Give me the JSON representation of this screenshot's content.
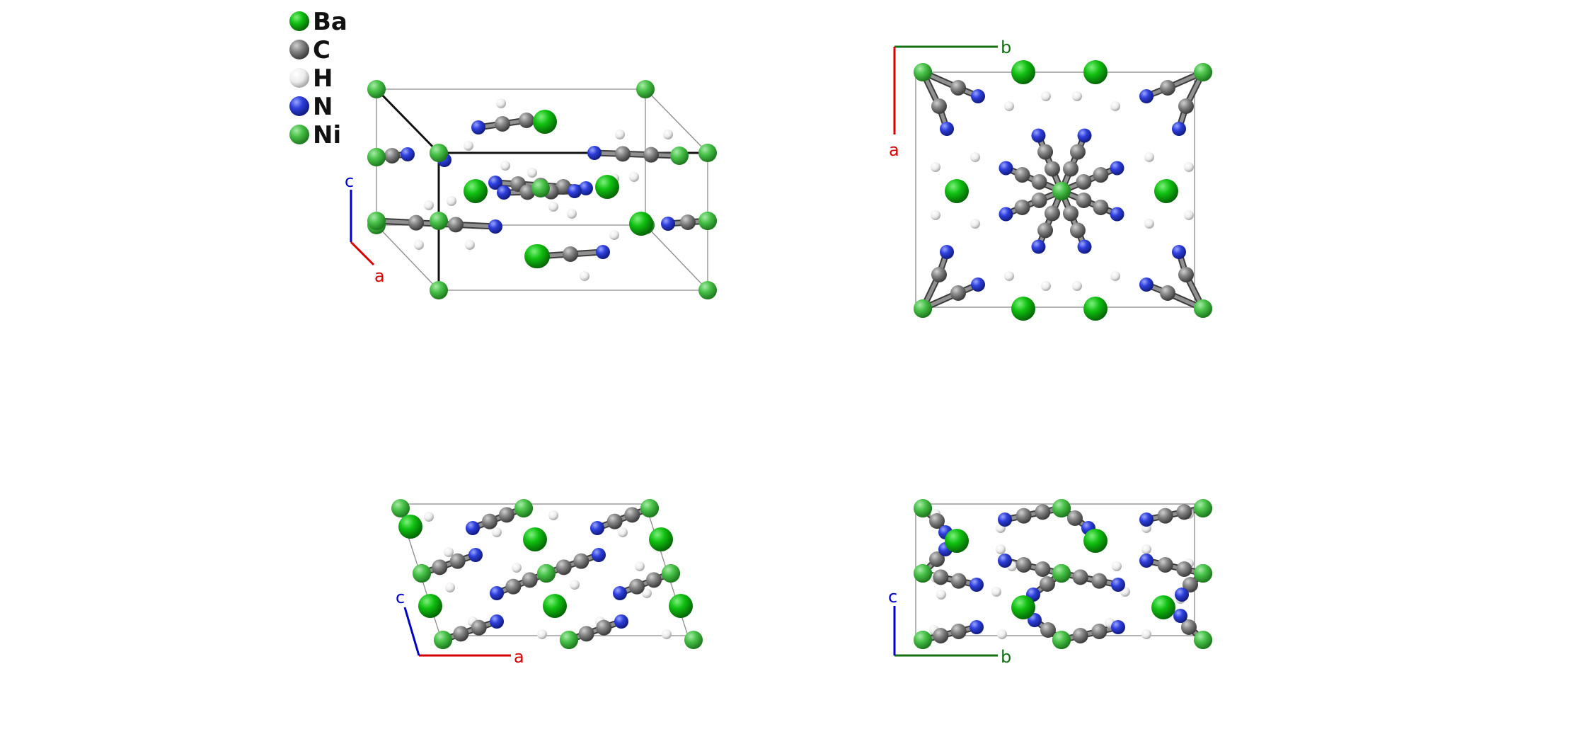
{
  "legend": [
    {
      "symbol": "Ba",
      "color": "#0fb80f"
    },
    {
      "symbol": "C",
      "color": "#808080"
    },
    {
      "symbol": "H",
      "color": "#f2f2f2"
    },
    {
      "symbol": "N",
      "color": "#2e3fdc"
    },
    {
      "symbol": "Ni",
      "color": "#47c247"
    }
  ],
  "axes": {
    "a": {
      "label": "a",
      "color": "#d40000"
    },
    "b": {
      "label": "b",
      "color": "#137013"
    },
    "c": {
      "label": "c",
      "color": "#0000c8"
    }
  },
  "views": [
    {
      "id": "perspective",
      "axes": [
        "c",
        "a"
      ]
    },
    {
      "id": "along-c",
      "axes": [
        "b",
        "a"
      ]
    },
    {
      "id": "along-b",
      "axes": [
        "c",
        "a"
      ]
    },
    {
      "id": "along-a",
      "axes": [
        "c",
        "b"
      ]
    }
  ]
}
